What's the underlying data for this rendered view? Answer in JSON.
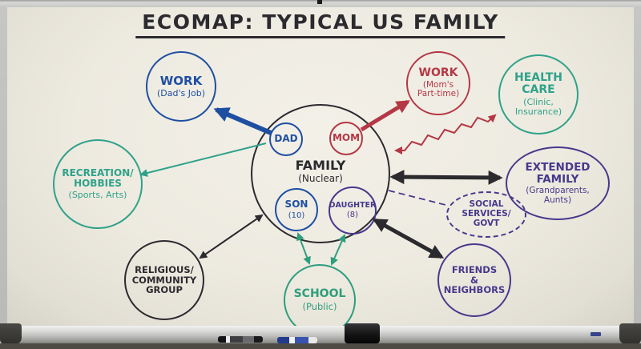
{
  "title": "ECOMAP: TYPICAL US FAMILY",
  "colors": {
    "blue": "#1e4fa1",
    "red": "#b43744",
    "teal": "#2fa289",
    "green": "#2e9e7d",
    "purple": "#46398c",
    "ink": "#2b2a2e"
  },
  "nodes": {
    "family": {
      "title": "FAMILY",
      "subtitle": "(Nuclear)"
    },
    "dad": {
      "title": "DAD"
    },
    "mom": {
      "title": "MOM"
    },
    "son": {
      "title": "SON",
      "subtitle": "(10)"
    },
    "daughter": {
      "title": "DAUGHTER",
      "subtitle": "(8)"
    },
    "work_dad": {
      "title": "WORK",
      "subtitle": "(Dad's Job)"
    },
    "work_mom": {
      "title": "WORK",
      "subtitle": "(Mom's\nPart-time)"
    },
    "health_care": {
      "title": "HEALTH\nCARE",
      "subtitle": "(Clinic,\nInsurance)"
    },
    "recreation": {
      "title": "RECREATION/\nHOBBIES",
      "subtitle": "(Sports, Arts)"
    },
    "extended_family": {
      "title": "EXTENDED\nFAMILY",
      "subtitle": "(Grandparents,\nAunts)"
    },
    "social_services": {
      "title": "SOCIAL\nSERVICES/\nGOVT"
    },
    "religious": {
      "title": "RELIGIOUS/\nCOMMUNITY\nGROUP"
    },
    "school": {
      "title": "SCHOOL",
      "subtitle": "(Public)"
    },
    "friends": {
      "title": "FRIENDS\n&\nNEIGHBORS"
    }
  },
  "connections": [
    {
      "from": "DAD",
      "to": "WORK (Dad's Job)",
      "style": "strong thick line",
      "color": "blue",
      "arrows": "to"
    },
    {
      "from": "MOM",
      "to": "WORK (Mom's Part-time)",
      "style": "strong thick line",
      "color": "red",
      "arrows": "to"
    },
    {
      "from": "FAMILY",
      "to": "HEALTH CARE (Clinic, Insurance)",
      "style": "stressful zigzag line",
      "color": "red",
      "arrows": "both"
    },
    {
      "from": "DAD",
      "to": "RECREATION/HOBBIES",
      "style": "tenuous thin line",
      "color": "teal",
      "arrows": "to"
    },
    {
      "from": "FAMILY",
      "to": "EXTENDED FAMILY",
      "style": "strong thick line",
      "color": "black",
      "arrows": "both"
    },
    {
      "from": "FAMILY",
      "to": "SOCIAL SERVICES/GOVT",
      "style": "tenuous dashed line",
      "color": "purple",
      "arrows": "none"
    },
    {
      "from": "FAMILY",
      "to": "FRIENDS & NEIGHBORS",
      "style": "strong thick line",
      "color": "black",
      "arrows": "both"
    },
    {
      "from": "FAMILY",
      "to": "RELIGIOUS/COMMUNITY GROUP",
      "style": "thin line",
      "color": "black",
      "arrows": "both"
    },
    {
      "from": "SON (10)",
      "to": "SCHOOL (Public)",
      "style": "thin line",
      "color": "green",
      "arrows": "both"
    },
    {
      "from": "DAUGHTER (8)",
      "to": "SCHOOL (Public)",
      "style": "thin line",
      "color": "green",
      "arrows": "both"
    }
  ]
}
